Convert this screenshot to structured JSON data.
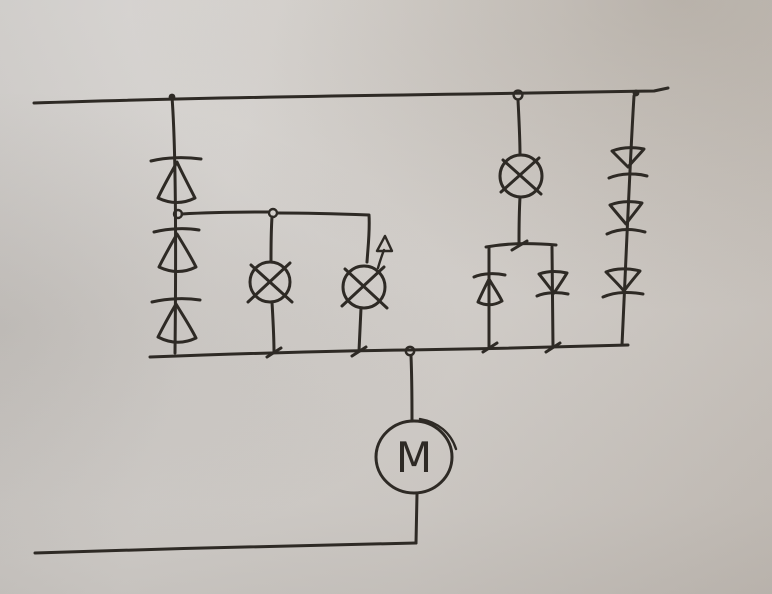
{
  "scene": {
    "description": "Hand-drawn electrical circuit sketch in black marker on light paper",
    "ink_color": "#2e2a25",
    "paper_color": "#d5d1cd"
  },
  "motor": {
    "label": "M"
  },
  "components": {
    "top_rail": "top horizontal supply conductor",
    "left_branch": {
      "symbol": "diode-up-icon",
      "count": 3,
      "arrangement": "series",
      "note": "tap node after first diode feeds lamp pair branch"
    },
    "lamp_pair_branch": {
      "symbol": "lamp-icon",
      "count": 2,
      "arrangement": "parallel",
      "note": "right lamp carries a small upward arrow marker"
    },
    "lamp_diode_branch": {
      "lamp_count": 1,
      "diode_count": 2,
      "note": "lamp in series with two antiparallel diodes (one up, one down)"
    },
    "right_branch": {
      "symbol": "diode-down-icon",
      "count": 3,
      "arrangement": "series"
    },
    "middle_rail": "middle horizontal return conductor",
    "motor_branch": {
      "symbol": "motor-icon",
      "note": "circle with letter M, tapped from middle rail down to bottom conductor"
    },
    "bottom_rail": "bottom horizontal conductor"
  }
}
